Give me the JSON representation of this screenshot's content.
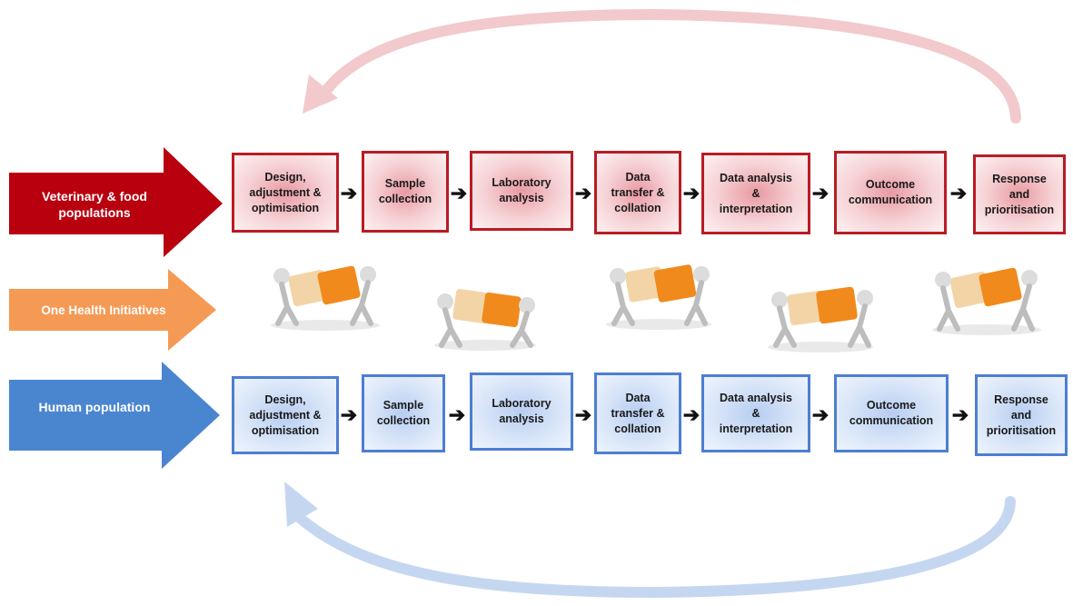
{
  "lanes": {
    "veterinary": {
      "label": "Veterinary & food\npopulations",
      "color": "#b8000f"
    },
    "one_health": {
      "label": "One Health Initiatives",
      "color": "#f59a55"
    },
    "human": {
      "label": "Human population",
      "color": "#4a86d0"
    }
  },
  "steps": [
    "Design,\nadjustment &\noptimisation",
    "Sample\ncollection",
    "Laboratory\nanalysis",
    "Data\ntransfer &\ncollation",
    "Data analysis\n&\ninterpretation",
    "Outcome\ncommunication",
    "Response\nand\nprioritisation"
  ],
  "feedback_loops": {
    "top_color": "#f2c9cc",
    "bottom_color": "#c5d7f0"
  },
  "icons": {
    "puzzle": "puzzle-carriers-icon",
    "flow": "right-arrow-icon"
  }
}
